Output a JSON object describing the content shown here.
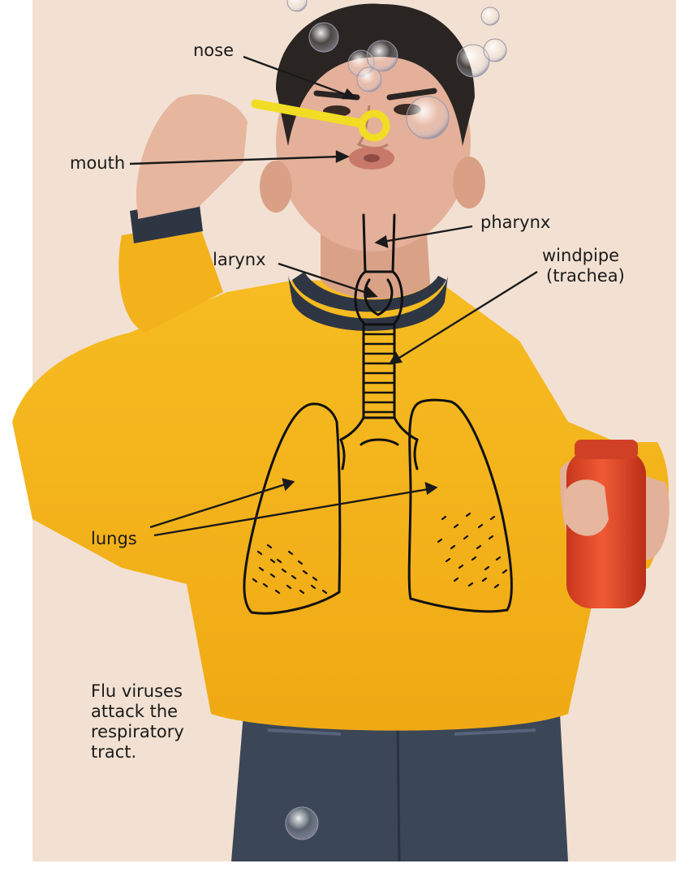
{
  "labels": {
    "nose": "nose",
    "mouth": "mouth",
    "pharynx": "pharynx",
    "larynx": "larynx",
    "windpipe_line1": "windpipe",
    "windpipe_line2": "(trachea)",
    "lungs": "lungs"
  },
  "caption": {
    "line1": "Flu viruses",
    "line2": "attack the",
    "line3": "respiratory",
    "line4": "tract."
  },
  "colors": {
    "backdrop": "#f2e1d2",
    "sweater": "#f4b51c",
    "collar": "#2e3644",
    "jeans": "#3b4656",
    "wand": "#f2dc24",
    "bottle": "#e8482a",
    "ink": "#111111"
  }
}
